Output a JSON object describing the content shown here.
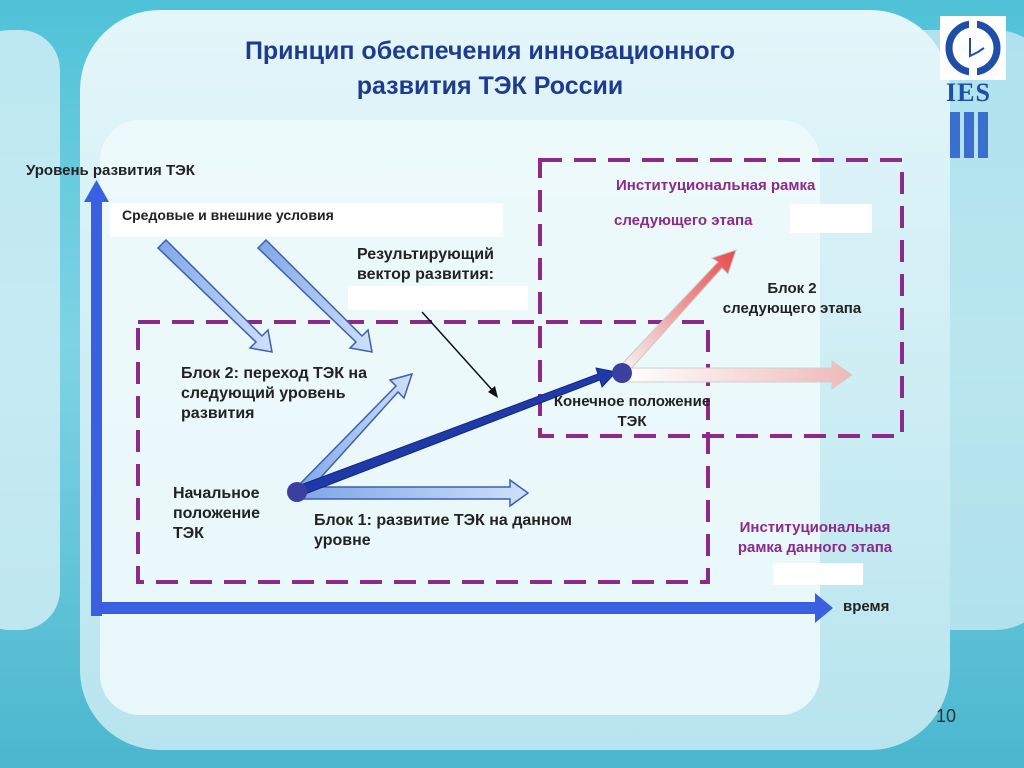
{
  "slide": {
    "title_line1": "Принцип обеспечения инновационного",
    "title_line2": "развития ТЭК России",
    "page_number": "10"
  },
  "logo": {
    "text": "IES"
  },
  "diagram": {
    "y_axis_label": "Уровень развития ТЭК",
    "x_axis_label": "время",
    "external_conditions": "Средовые и внешние условия",
    "resulting_vector": "Результирующий вектор развития:",
    "block2_transition": "Блок 2: переход ТЭК на следующий уровень развития",
    "initial_position_l1": "Начальное",
    "initial_position_l2": "положение",
    "initial_position_l3": "ТЭК",
    "block1": "Блок 1: развитие ТЭК на данном уровне",
    "final_position": "Конечное положение ТЭК",
    "block2_next_l1": "Блок 2",
    "block2_next_l2": "следующего этапа",
    "frame_next_l1": "Институциональная рамка",
    "frame_next_l2": "следующего этапа",
    "frame_current_l1": "Институциональная",
    "frame_current_l2": "рамка данного этапа",
    "colors": {
      "frame": "#8b2a8b",
      "axis": "#3a5fe0",
      "arrow_light": "#a9c9f2",
      "arrow_dark": "#1f3aa8",
      "arrow_red": "#e85050"
    }
  }
}
